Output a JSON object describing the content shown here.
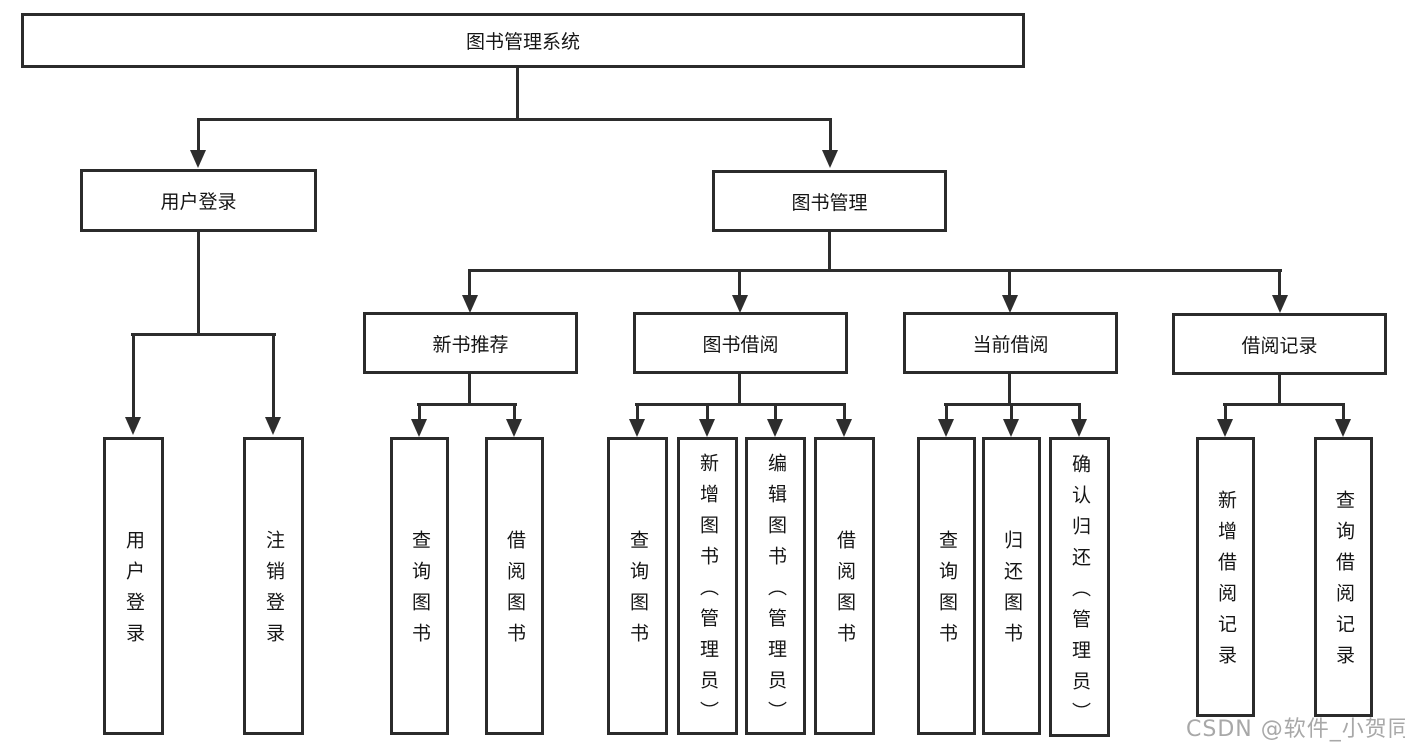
{
  "diagram": {
    "root": "图书管理系统",
    "level2": {
      "user_login": "用户登录",
      "book_mgmt": "图书管理"
    },
    "user_leaves": [
      "用户登录",
      "注销登录"
    ],
    "modules": [
      {
        "label": "新书推荐",
        "leaves": [
          "查询图书",
          "借阅图书"
        ]
      },
      {
        "label": "图书借阅",
        "leaves": [
          "查询图书",
          "新增图书（管理员）",
          "编辑图书（管理员）",
          "借阅图书"
        ]
      },
      {
        "label": "当前借阅",
        "leaves": [
          "查询图书",
          "归还图书",
          "确认归还（管理员）"
        ]
      },
      {
        "label": "借阅记录",
        "leaves": [
          "新增借阅记录",
          "查询借阅记录"
        ]
      }
    ]
  },
  "watermark": {
    "text": "CSDN @软件_小贺同学",
    "color": "#a8a8a8"
  },
  "colors": {
    "line": "#2d2d2d",
    "node_border": "#2b2b2b",
    "node_text": "#151515",
    "background": "#ffffff"
  }
}
